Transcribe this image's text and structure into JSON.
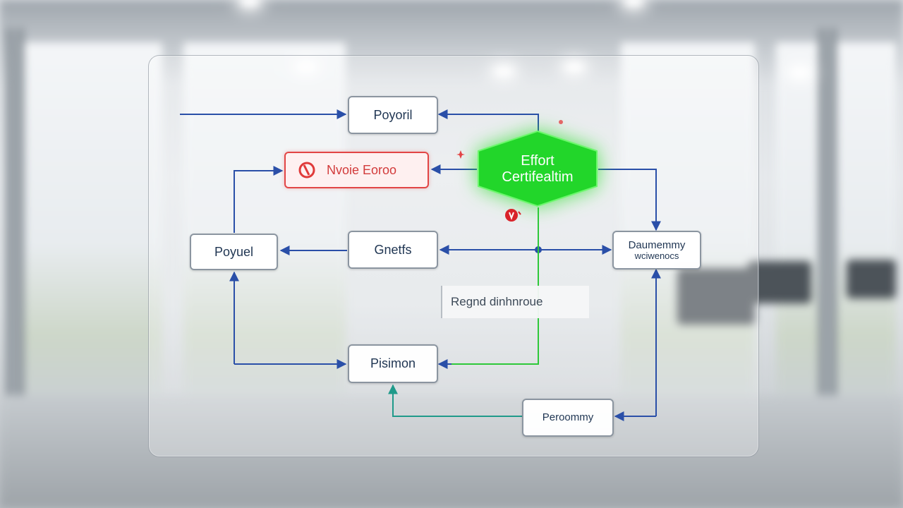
{
  "colors": {
    "connector_blue": "#2a4fa8",
    "connector_green": "#2ec83a",
    "connector_teal": "#1f9a8a",
    "highlight_green": "#22d62a",
    "warning_red": "#e24545"
  },
  "diagram": {
    "highlight": {
      "line1": "Effort",
      "line2": "Certifealtim"
    },
    "nodes": {
      "top": "Poyoril",
      "warning": "Nvoie Eoroo",
      "left": "Poyuel",
      "center": "Gnetfs",
      "right_line1": "Daumemmy",
      "right_line2": "wciwenocs",
      "bottom": "Pisimon",
      "bottom_right": "Peroommy"
    },
    "annotation": "Regnd dinhnroue",
    "icons": {
      "warning": "no-entry-icon",
      "alert_dot": "red-alert-icon",
      "spark": "red-spark-icon"
    }
  }
}
